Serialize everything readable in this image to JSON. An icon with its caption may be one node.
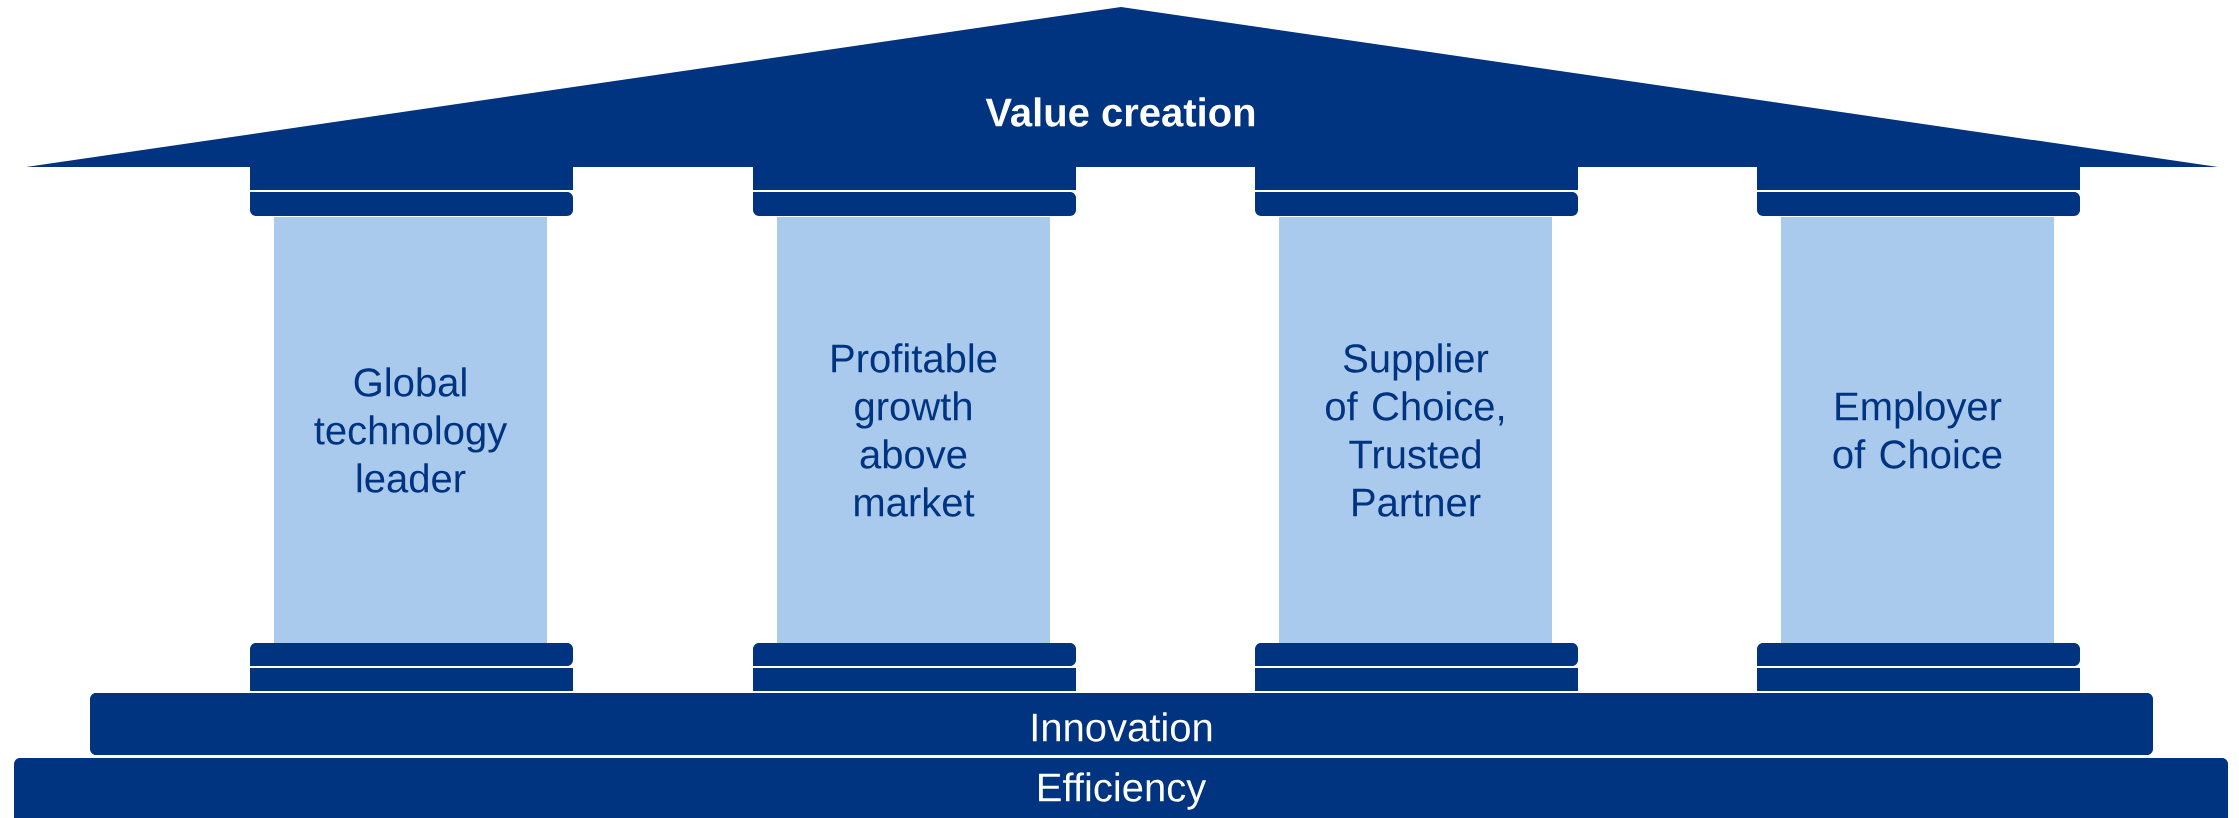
{
  "diagram": {
    "nodes": [
      {
        "text": [
          "Value creation"
        ]
      },
      {
        "text": [
          "Global technology leader"
        ]
      },
      {
        "text": [
          "Profitable growth above market"
        ]
      },
      {
        "text": [
          "Supplier of Choice, Trusted Partner"
        ]
      },
      {
        "text": [
          "Employer of Choice"
        ]
      },
      {
        "text": [
          "Innovation"
        ]
      },
      {
        "text": [
          "Efficiency"
        ]
      }
    ]
  }
}
